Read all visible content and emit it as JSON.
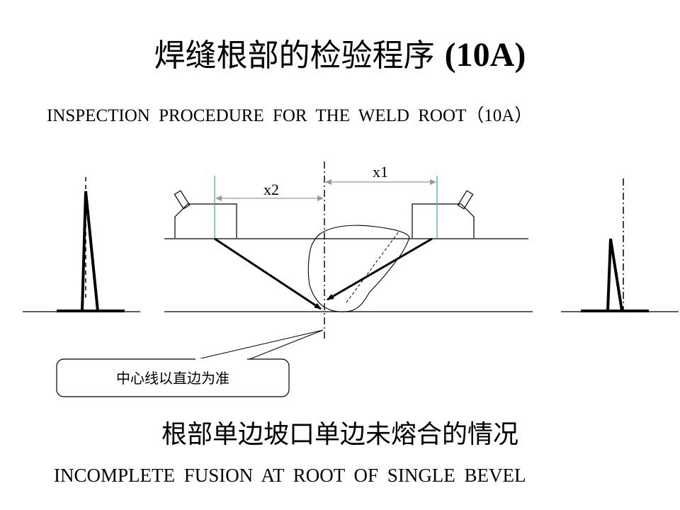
{
  "slide": {
    "title_cn": "焊缝根部的检验程序",
    "title_code": "(10A)",
    "subtitle_en": "INSPECTION  PROCEDURE  FOR  THE  WELD  ROOT（10A）",
    "caption_cn": "根部单边坡口单边未熔合的情况",
    "caption_en": "INCOMPLETE  FUSION  AT  ROOT  OF  SINGLE  BEVEL"
  },
  "diagram": {
    "label_x1": "x1",
    "label_x2": "x2",
    "callout": "中心线以直边为准",
    "colors": {
      "line": "#000000",
      "probe_index": "#3aa5b5",
      "dimension": "#999999"
    }
  }
}
